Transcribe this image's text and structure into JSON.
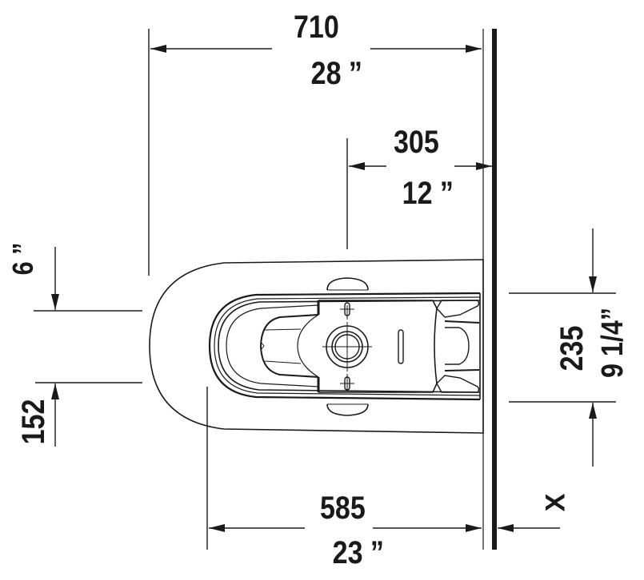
{
  "drawing": {
    "title": "Wall-hung toilet top view dimension drawing",
    "colors": {
      "ink": "#1a1a1a",
      "background": "#ffffff"
    }
  },
  "dimensions": {
    "overall_depth": {
      "mm": "710",
      "inch": "28 ”"
    },
    "fixing_to_wall": {
      "mm": "305",
      "inch": "12 ”"
    },
    "front_to_wall": {
      "mm": "585",
      "inch": "23 ”"
    },
    "fixing_height": {
      "mm": "235",
      "inch": "9 1/4”"
    },
    "side_offset": {
      "mm": "152",
      "inch": "6 ”"
    },
    "wall_offset": {
      "label": "X"
    }
  }
}
